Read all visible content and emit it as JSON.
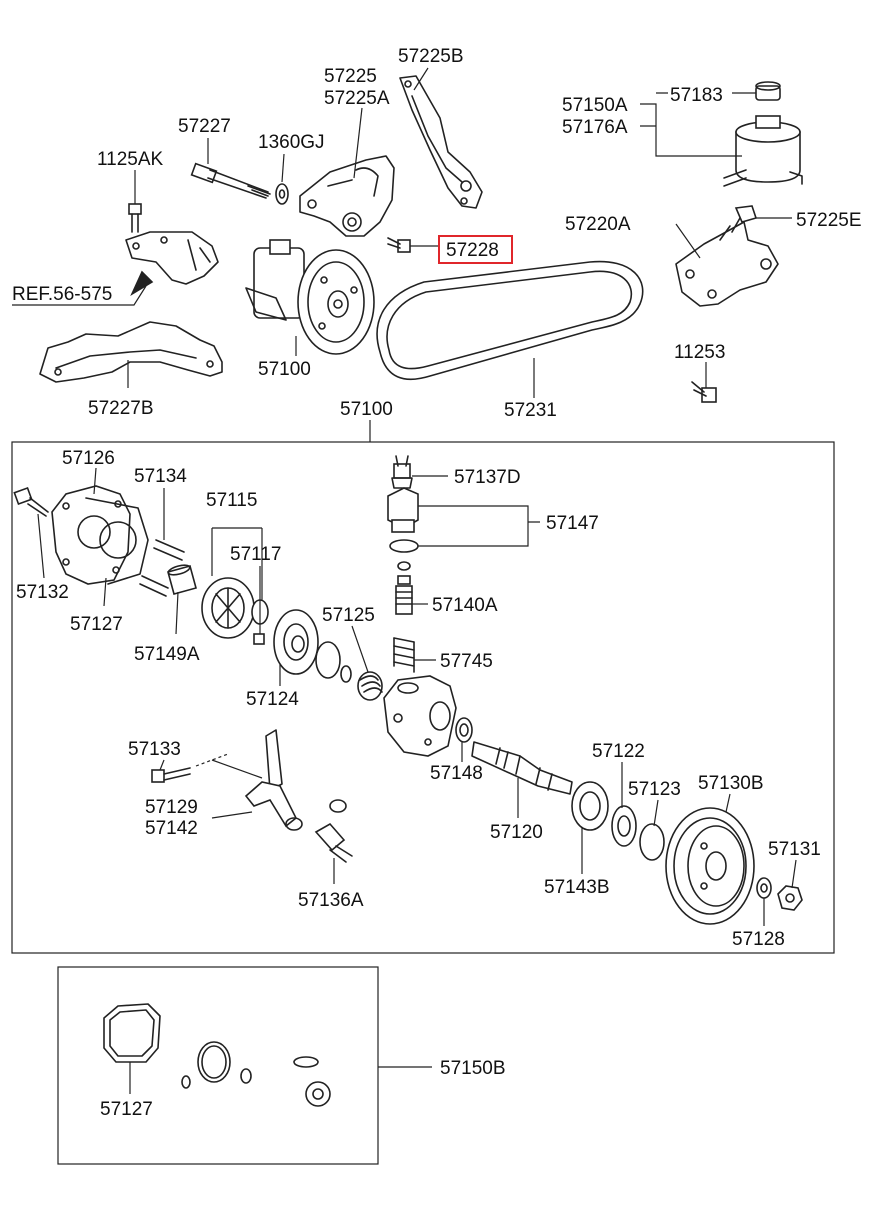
{
  "diagram": {
    "highlight_color": "#e0262b",
    "highlighted_part": "57228",
    "labels": {
      "p57225B": "57225B",
      "p57225": "57225",
      "p57225A": "57225A",
      "p57227": "57227",
      "p1360GJ": "1360GJ",
      "p1125AK": "1125AK",
      "p57183": "57183",
      "p57150A": "57150A",
      "p57176A": "57176A",
      "p57220A": "57220A",
      "p57225E": "57225E",
      "p57228": "57228",
      "ref56575": "REF.56-575",
      "p57100a": "57100",
      "p57227B": "57227B",
      "p11253": "11253",
      "p57231": "57231",
      "p57100b": "57100",
      "p57126": "57126",
      "p57134": "57134",
      "p57115": "57115",
      "p57117": "57117",
      "p57137D": "57137D",
      "p57147": "57147",
      "p57132": "57132",
      "p57127a": "57127",
      "p57149A": "57149A",
      "p57140A": "57140A",
      "p57125": "57125",
      "p57745": "57745",
      "p57124": "57124",
      "p57148": "57148",
      "p57133": "57133",
      "p57122": "57122",
      "p57123": "57123",
      "p57130B": "57130B",
      "p57129": "57129",
      "p57142": "57142",
      "p57120": "57120",
      "p57131": "57131",
      "p57143B": "57143B",
      "p57136A": "57136A",
      "p57128": "57128",
      "p57150B": "57150B",
      "p57127b": "57127"
    }
  }
}
